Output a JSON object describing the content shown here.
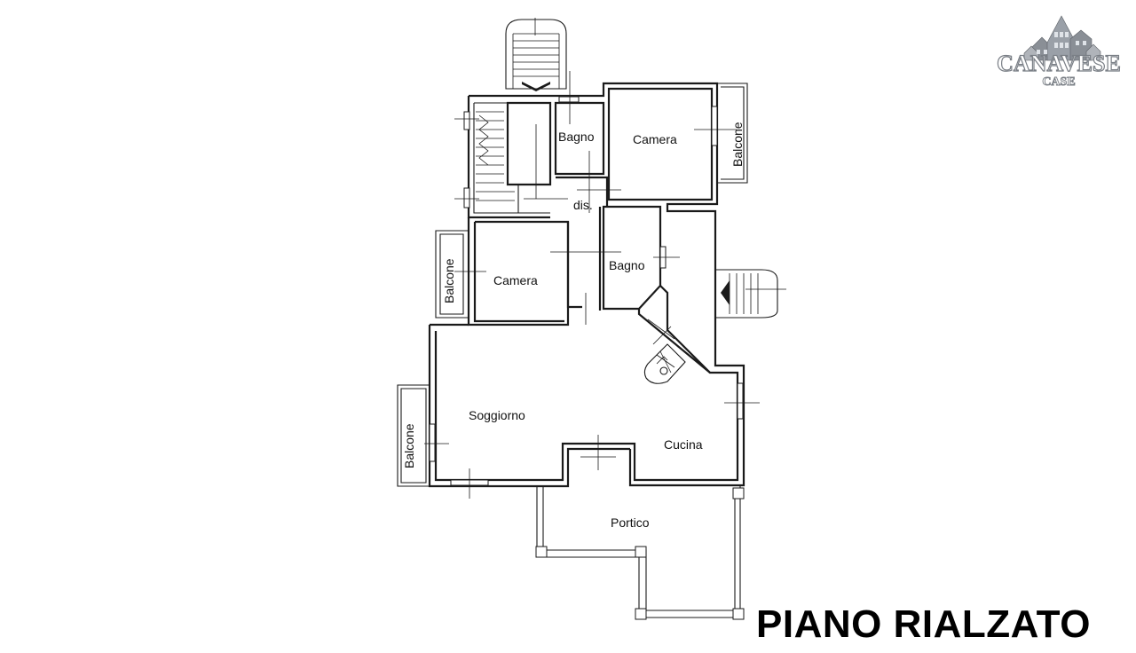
{
  "title": "PIANO RIALZATO",
  "logo": {
    "name": "CANAVESE",
    "sub": "CASE"
  },
  "rooms": {
    "bagno_top": "Bagno",
    "camera_top": "Camera",
    "balcone_top_right": "Balcone",
    "dis": "dis.",
    "balcone_left": "Balcone",
    "camera_left": "Camera",
    "bagno_mid": "Bagno",
    "soggiorno": "Soggiorno",
    "cucina": "Cucina",
    "balcone_bottom_left": "Balcone",
    "portico": "Portico"
  }
}
